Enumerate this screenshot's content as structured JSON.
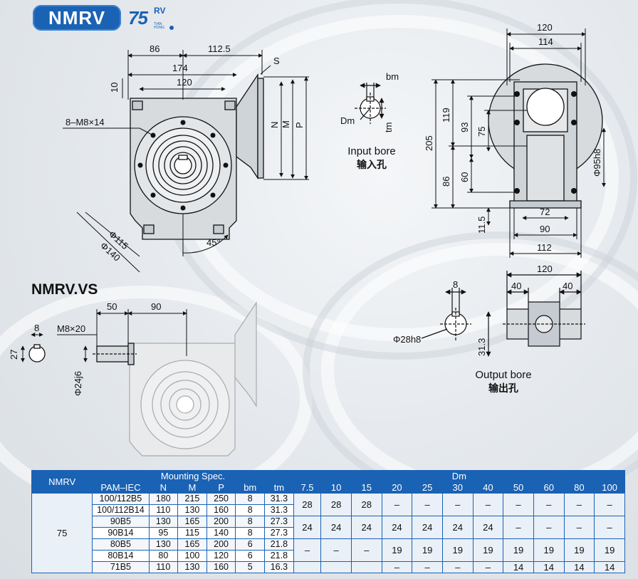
{
  "header": {
    "badge": "NMRV",
    "logo_number": "75",
    "logo_suffix": "RV",
    "logo_sub1": "TIAN",
    "logo_sub2": "HONG"
  },
  "section_vs": "NMRV.VS",
  "front_view": {
    "dims": {
      "d86": "86",
      "d112_5": "112.5",
      "d174": "174",
      "d120": "120",
      "d10": "10",
      "s": "S",
      "n": "N",
      "m": "M",
      "p": "P",
      "holes": "8–M8×14",
      "phi115": "Φ115",
      "phi140": "Φ140",
      "angle": "45°"
    }
  },
  "input_bore": {
    "bm": "bm",
    "dm": "Dm",
    "tm": "tm",
    "label_en": "Input bore",
    "label_cn": "输入孔"
  },
  "side_view": {
    "dims": {
      "d120": "120",
      "d114": "114",
      "d205": "205",
      "d119": "119",
      "d93": "93",
      "d75": "75",
      "d86": "86",
      "d60": "60",
      "d11_5": "11.5",
      "d72": "72",
      "d90": "90",
      "d112": "112",
      "phi95": "Φ95h8"
    }
  },
  "vs_view": {
    "dims": {
      "d8": "8",
      "d27": "27",
      "d50": "50",
      "d90": "90",
      "thread": "M8×20",
      "phi24": "Φ24j6"
    }
  },
  "output_bore": {
    "d120": "120",
    "d40a": "40",
    "d40b": "40",
    "d8": "8",
    "phi28": "Φ28h8",
    "d31_3": "31.3",
    "label_en": "Output bore",
    "label_cn": "输出孔"
  },
  "table": {
    "model_header": "NMRV",
    "mounting_header": "Mounting Spec.",
    "dm_header": "Dm",
    "sub_headers": [
      "PAM–IEC",
      "N",
      "M",
      "P",
      "bm",
      "tm"
    ],
    "dm_values": [
      "7.5",
      "10",
      "15",
      "20",
      "25",
      "30",
      "40",
      "50",
      "60",
      "80",
      "100"
    ],
    "model": "75",
    "rows": [
      [
        "100/112B5",
        "180",
        "215",
        "250",
        "8",
        "31.3"
      ],
      [
        "100/112B14",
        "110",
        "130",
        "160",
        "8",
        "31.3"
      ],
      [
        "90B5",
        "130",
        "165",
        "200",
        "8",
        "27.3"
      ],
      [
        "90B14",
        "95",
        "115",
        "140",
        "8",
        "27.3"
      ],
      [
        "80B5",
        "130",
        "165",
        "200",
        "6",
        "21.8"
      ],
      [
        "80B14",
        "80",
        "100",
        "120",
        "6",
        "21.8"
      ],
      [
        "71B5",
        "110",
        "130",
        "160",
        "5",
        "16.3"
      ]
    ],
    "dm_group1": [
      "28",
      "28",
      "28",
      "–",
      "–",
      "–",
      "–",
      "–",
      "–",
      "–",
      "–"
    ],
    "dm_group2": [
      "24",
      "24",
      "24",
      "24",
      "24",
      "24",
      "24",
      "–",
      "–",
      "–",
      "–"
    ],
    "dm_group3": [
      "–",
      "–",
      "–",
      "19",
      "19",
      "19",
      "19",
      "19",
      "19",
      "19",
      "19"
    ],
    "dm_group4": [
      "",
      "",
      "",
      "–",
      "–",
      "–",
      "–",
      "14",
      "14",
      "14",
      "14"
    ]
  }
}
